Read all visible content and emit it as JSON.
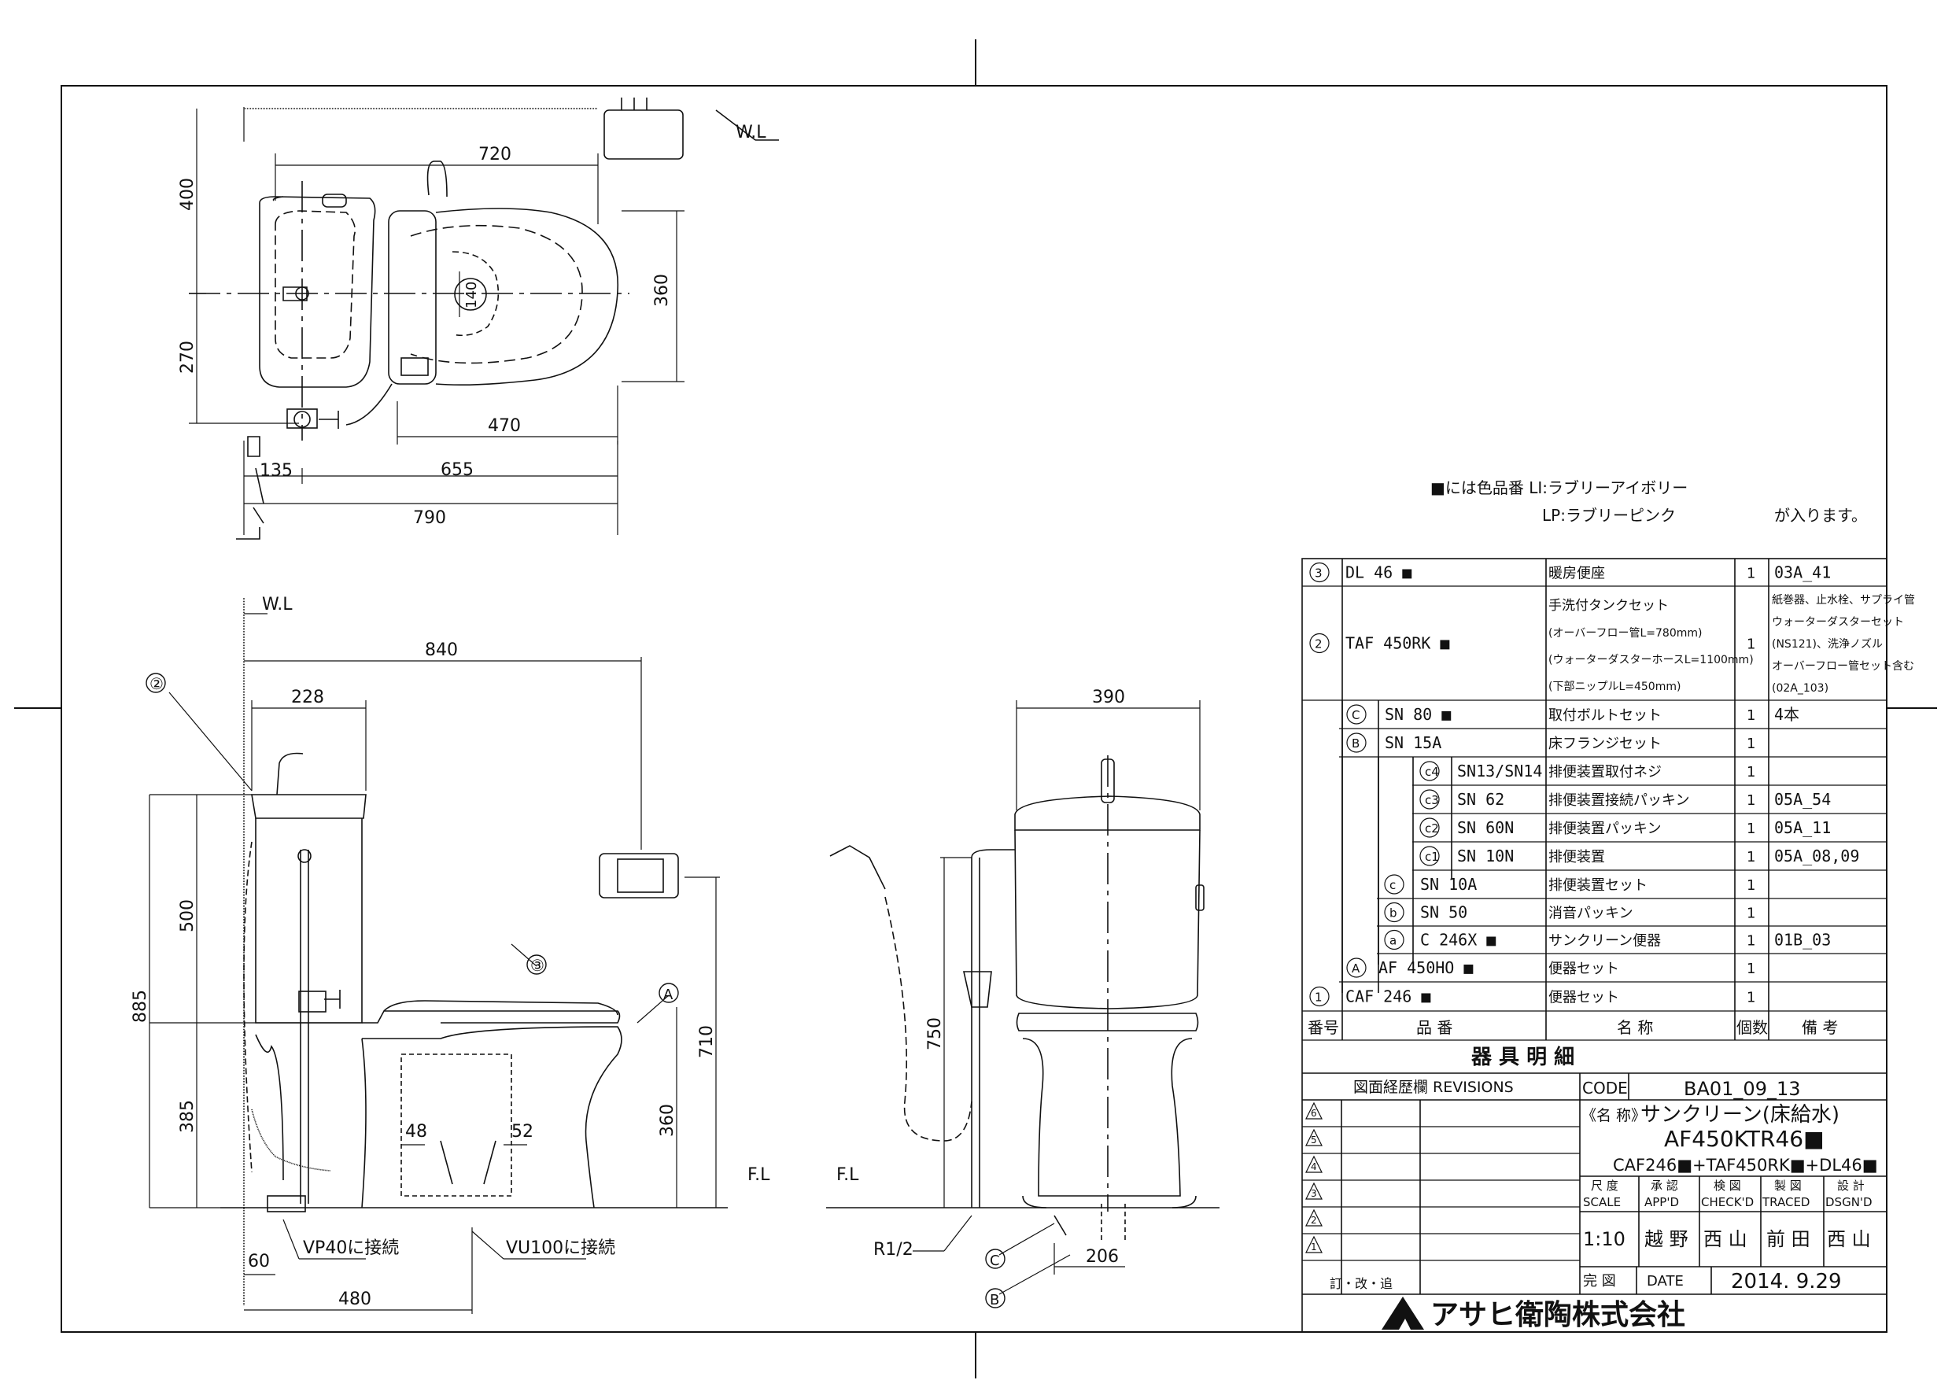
{
  "dims": {
    "plan": [
      "720",
      "400",
      "360",
      "140",
      "270",
      "470",
      "135",
      "655",
      "790"
    ],
    "side": [
      "840",
      "228",
      "500",
      "885",
      "385",
      "710",
      "360",
      "48",
      "52",
      "60",
      "480"
    ],
    "front": [
      "390",
      "750",
      "206"
    ]
  },
  "labels": {
    "wl": "W.L",
    "fl": "F.L",
    "vp40": "VP40に接続",
    "vu100": "VU100に接続",
    "r12": "R1/2",
    "c1": "②",
    "c3": "③",
    "cA": "A",
    "cB": "B",
    "cC": "C"
  },
  "notes": {
    "line1": "■には色品番 LI:ラブリーアイボリー",
    "line2": "LP:ラブリーピンク",
    "line3": "が入ります。"
  },
  "parts": [
    {
      "no": "3",
      "code": "DL 46 ■",
      "name": "暖房便座",
      "qty": "1",
      "remark": "03A_41"
    },
    {
      "no": "2",
      "code": "TAF 450RK ■",
      "name": "手洗付タンクセット",
      "name2": "(オーバーフロー管L=780mm)",
      "name3": "(ウォーターダスターホースL=1100mm)",
      "name4": "(下部ニップルL=450mm)",
      "qty": "1",
      "remark": "紙巻器、止水栓、サプライ管",
      "remark2": "ウォーターダスターセット",
      "remark3": "(NS121)、洗浄ノズル",
      "remark4": "オーバーフロー管セット含む",
      "remark5": "(02A_103)"
    },
    {
      "no": "C",
      "code": "SN 80 ■",
      "name": "取付ボルトセット",
      "qty": "1",
      "remark": "4本"
    },
    {
      "no": "B",
      "code": "SN 15A",
      "name": "床フランジセット",
      "qty": "1",
      "remark": ""
    },
    {
      "no": "c4",
      "code": "SN13/SN14",
      "name": "排便装置取付ネジ",
      "qty": "1",
      "remark": ""
    },
    {
      "no": "c3",
      "code": "SN 62",
      "name": "排便装置接続パッキン",
      "qty": "1",
      "remark": "05A_54"
    },
    {
      "no": "c2",
      "code": "SN 60N",
      "name": "排便装置パッキン",
      "qty": "1",
      "remark": "05A_11"
    },
    {
      "no": "c1",
      "code": "SN 10N",
      "name": "排便装置",
      "qty": "1",
      "remark": "05A_08,09"
    },
    {
      "no": "c",
      "code": "SN 10A",
      "name": "排便装置セット",
      "qty": "1",
      "remark": ""
    },
    {
      "no": "b",
      "code": "SN 50",
      "name": "消音パッキン",
      "qty": "1",
      "remark": ""
    },
    {
      "no": "a",
      "code": "C 246X ■",
      "name": "サンクリーン便器",
      "qty": "1",
      "remark": "01B_03"
    },
    {
      "no": "A",
      "code": "AF 450HO ■",
      "name": "便器セット",
      "qty": "1",
      "remark": ""
    },
    {
      "no": "1",
      "code": "CAF 246 ■",
      "name": "便器セット",
      "qty": "1",
      "remark": ""
    }
  ],
  "headers": {
    "no": "番号",
    "code": "品 番",
    "name": "名 称",
    "qty": "個数",
    "remark": "備 考"
  },
  "table_title": "器 具 明 細",
  "title_block": {
    "revisions": "図面経歴欄 REVISIONS",
    "code_label": "CODE",
    "code": "BA01_09_13",
    "name_label": "《名 称》",
    "name": "サンクリーン(床給水)",
    "model": "AF450KTR46■",
    "composition": "CAF246■+TAF450RK■+DL46■",
    "rev_marks": [
      "6",
      "5",
      "4",
      "3",
      "2",
      "1"
    ],
    "rev_footer": "訂・改・追",
    "scale_jp": "尺 度",
    "scale_en": "SCALE",
    "appd_jp": "承 認",
    "appd_en": "APP'D",
    "check_jp": "検 図",
    "check_en": "CHECK'D",
    "traced_jp": "製 図",
    "traced_en": "TRACED",
    "dsgn_jp": "設 計",
    "dsgn_en": "DSGN'D",
    "scale": "1:10",
    "appd": "越 野",
    "check": "西 山",
    "traced": "前 田",
    "dsgn": "西 山",
    "date_jp": "完 図",
    "date_en": "DATE",
    "date": "2014. 9.29",
    "company": "アサヒ衛陶株式会社"
  }
}
